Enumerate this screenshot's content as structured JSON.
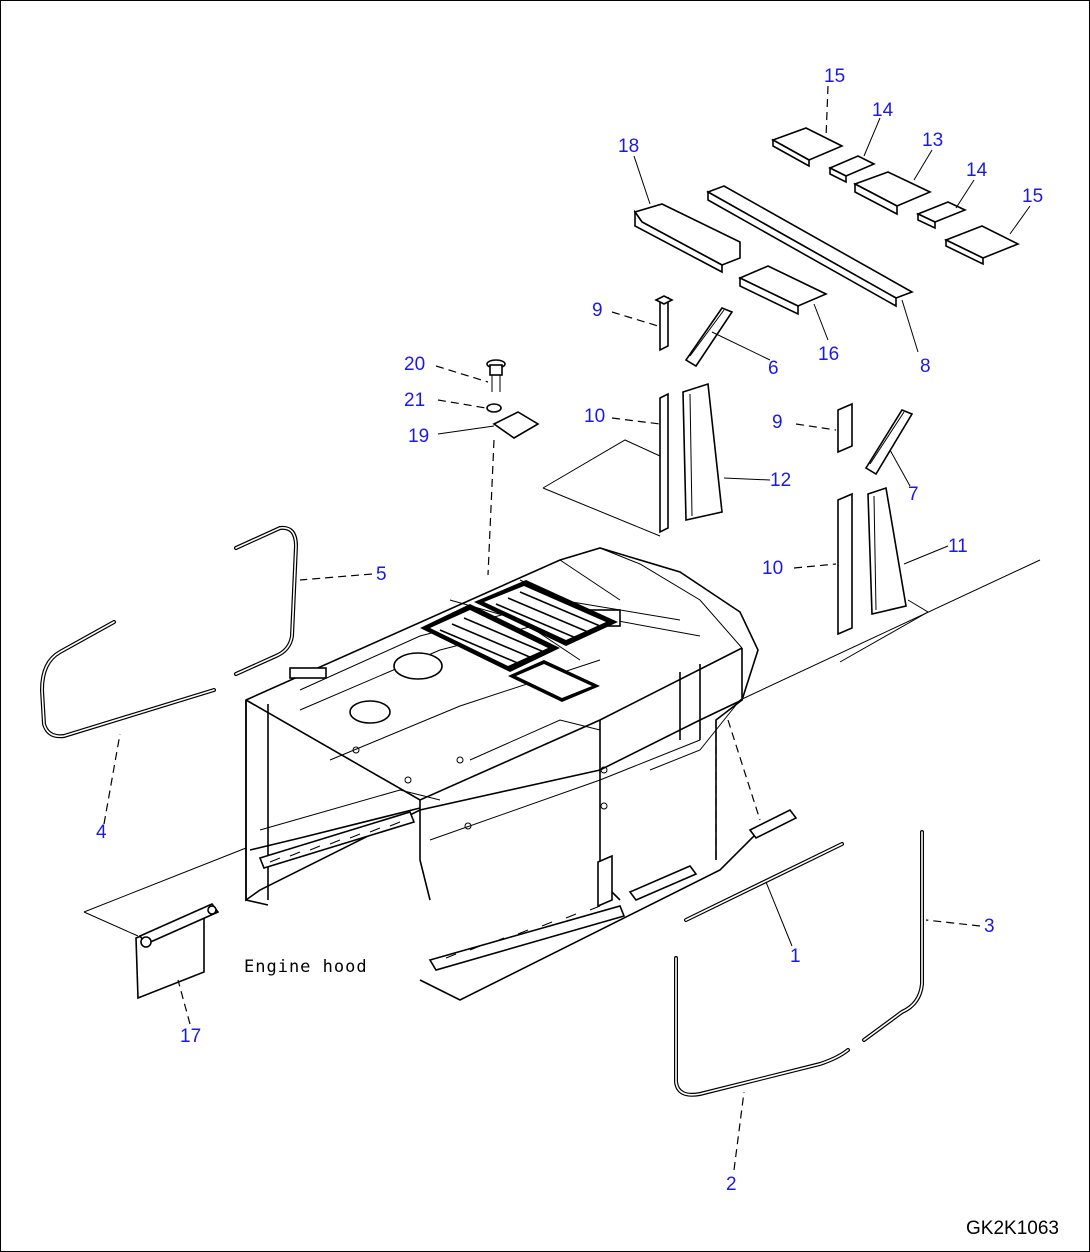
{
  "figure_code": "GK2K1063",
  "engine_hood_label": "Engine hood",
  "callouts": {
    "c1": "1",
    "c2": "2",
    "c3": "3",
    "c4": "4",
    "c5": "5",
    "c6": "6",
    "c7": "7",
    "c8": "8",
    "c9a": "9",
    "c9b": "9",
    "c10a": "10",
    "c10b": "10",
    "c11": "11",
    "c12": "12",
    "c13": "13",
    "c14a": "14",
    "c14b": "14",
    "c15a": "15",
    "c15b": "15",
    "c16": "16",
    "c17": "17",
    "c18": "18",
    "c19": "19",
    "c20": "20",
    "c21": "21"
  },
  "colors": {
    "callout": "#1a1ae6",
    "line": "#000000",
    "background": "#ffffff"
  }
}
